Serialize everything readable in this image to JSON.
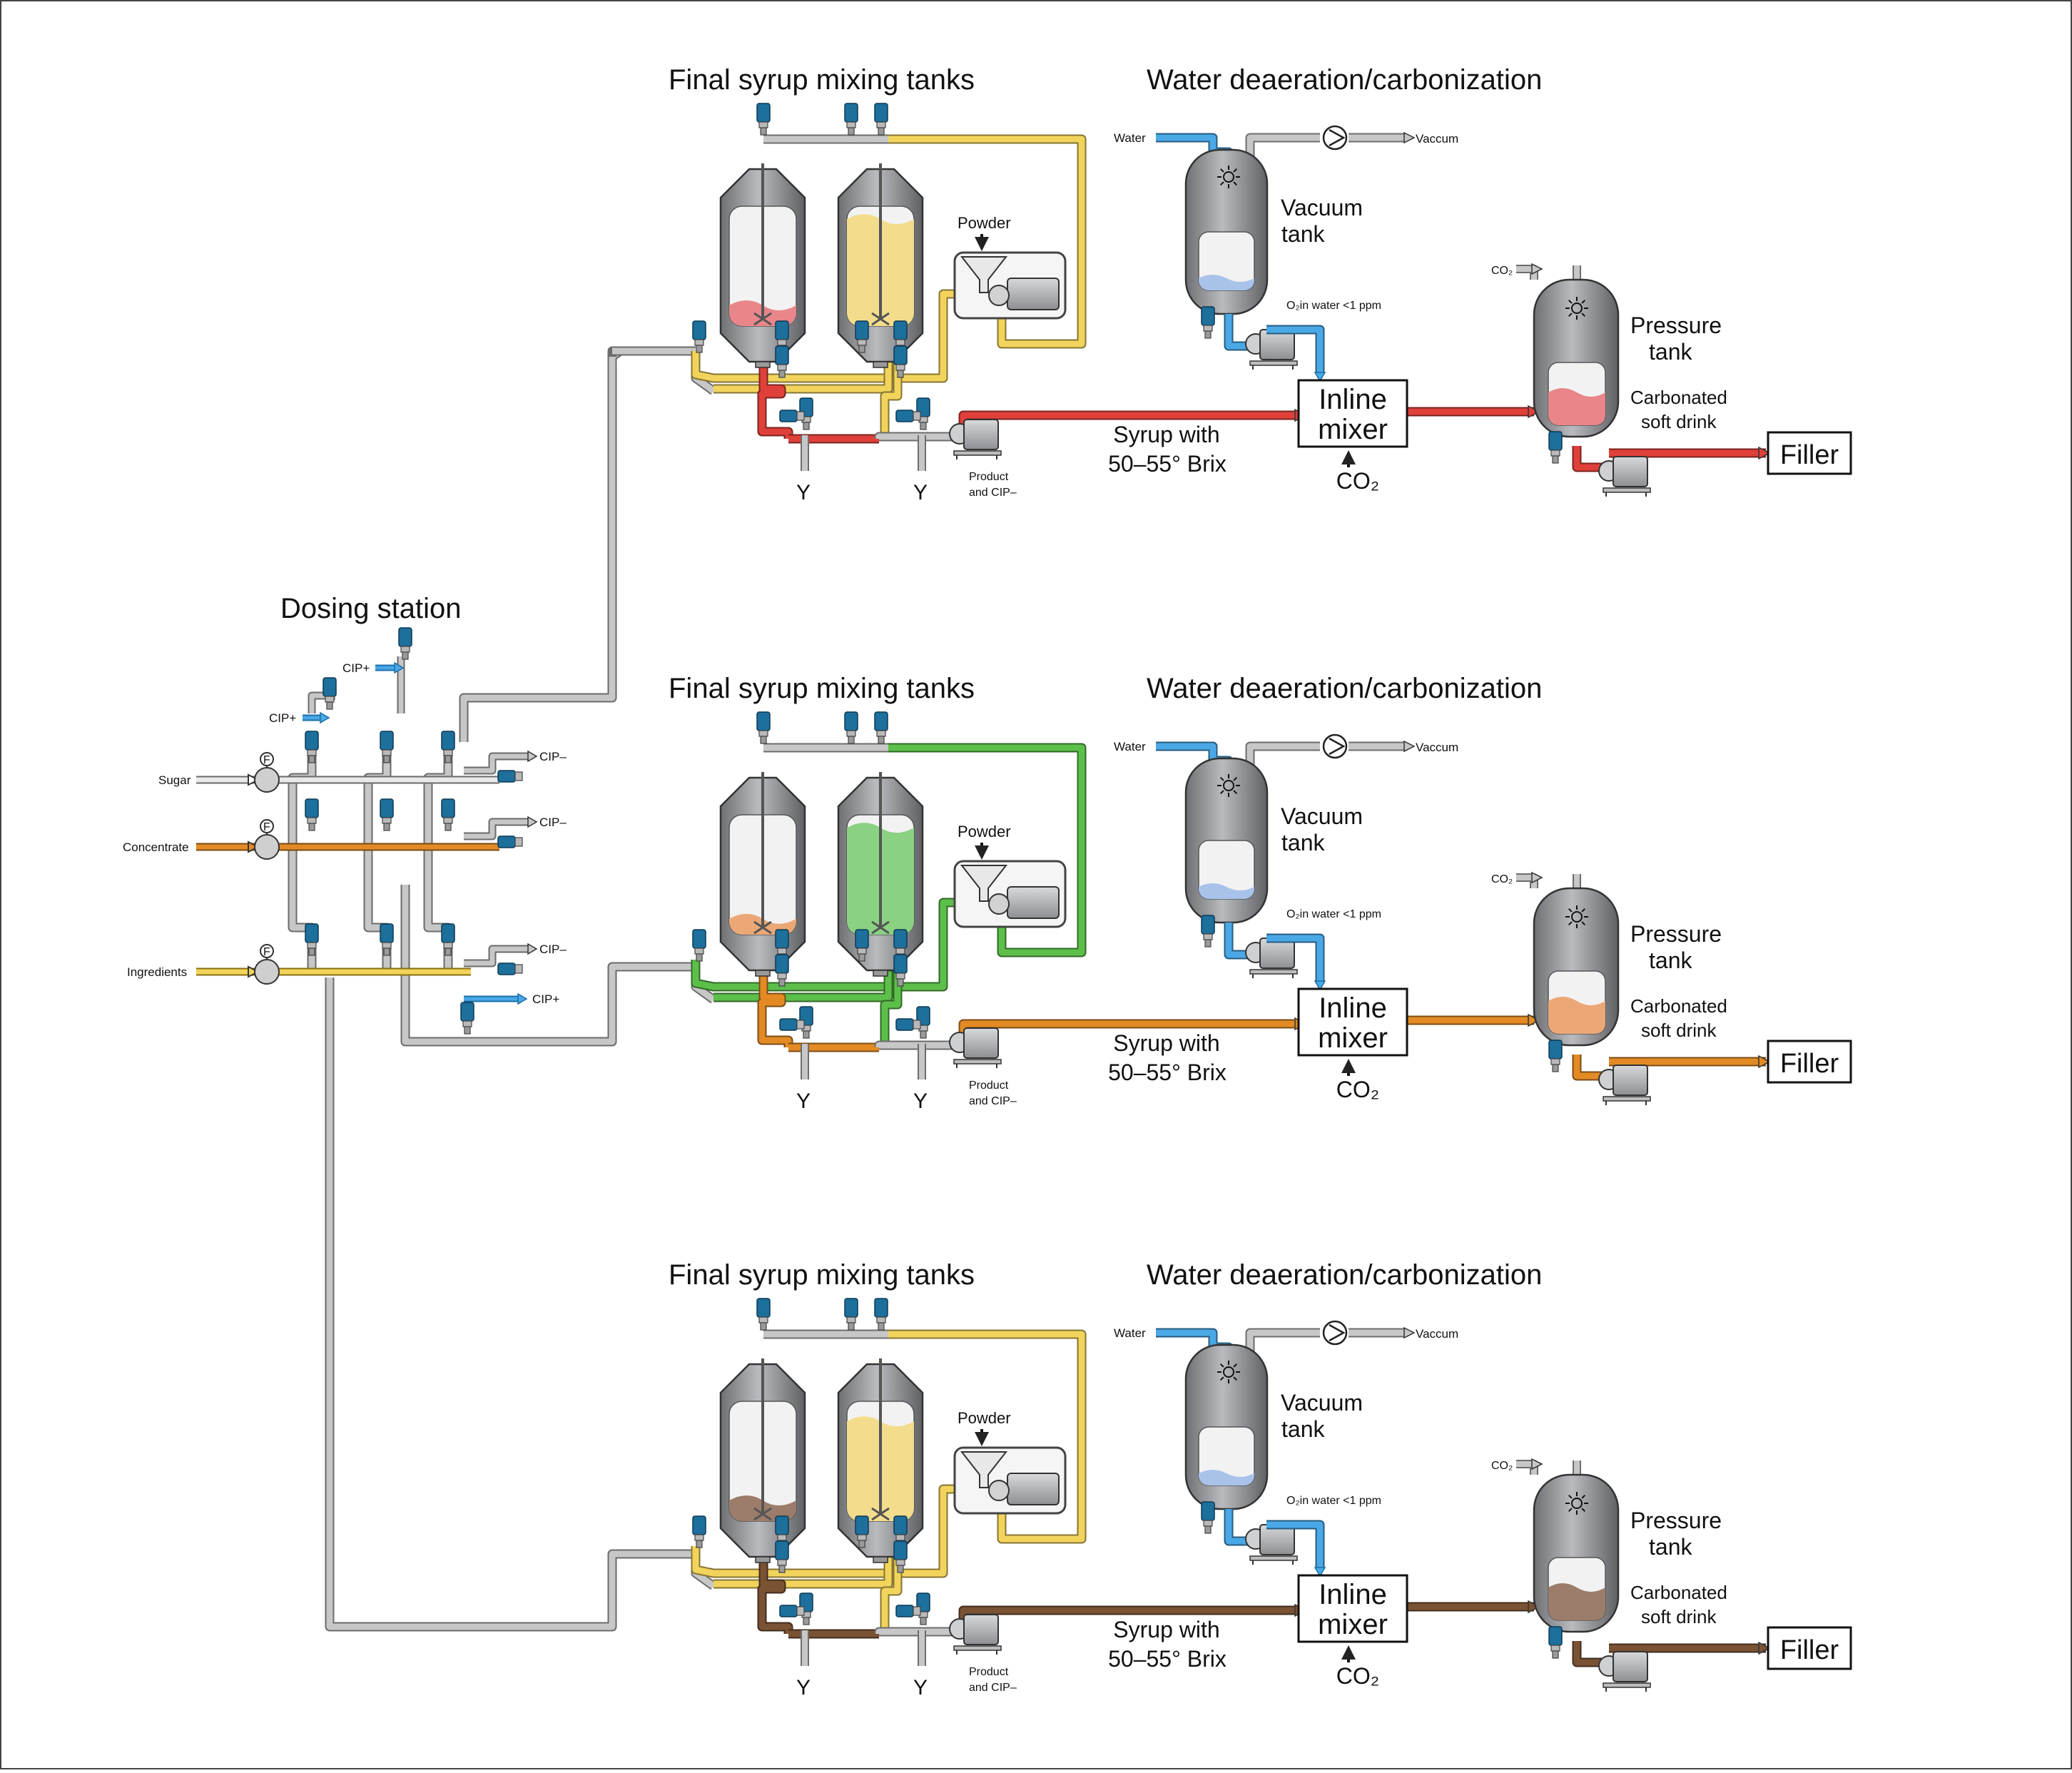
{
  "colors": {
    "pipe_grey": "#a8a8a8",
    "pipe_yellow": "#f2d45c",
    "pipe_red": "#e0403a",
    "pipe_orange": "#e38a25",
    "pipe_brown": "#7a5234",
    "pipe_green": "#5cbf4a",
    "pipe_blue": "#4aa8e6",
    "liquid_red": "#e8868a",
    "liquid_yellow": "#f3dd8c",
    "liquid_orange": "#eba876",
    "liquid_green": "#8ad282",
    "liquid_brown": "#9c7c6a",
    "actuator_blue": "#1d6f9c",
    "tank_grey": "#8d8f93"
  },
  "dosing": {
    "title": "Dosing station",
    "sugar": "Sugar",
    "concentrate": "Concentrate",
    "ingredients": "Ingredients",
    "cip_plus_1": "CIP+",
    "cip_plus_2": "CIP+",
    "cip_plus_3": "CIP+",
    "cip_minus_1": "CIP–",
    "cip_minus_2": "CIP–",
    "cip_minus_3": "CIP–",
    "flowmeter_label": "F"
  },
  "lines": [
    {
      "mixing_title": "Final syrup mixing tanks",
      "deaeration_title": "Water deaeration/carbonization",
      "powder": "Powder",
      "product_cip_1": "Product",
      "product_cip_2": "and CIP–",
      "syrup_1": "Syrup with",
      "syrup_2": "50–55° Brix",
      "water": "Water",
      "vaccum": "Vaccum",
      "vacuum_tank_1": "Vacuum",
      "vacuum_tank_2": "tank",
      "o2_note": "O₂in water <1 ppm",
      "inline_1": "Inline",
      "inline_2": "mixer",
      "co2": "CO₂",
      "co2_small": "CO₂",
      "pressure_1": "Pressure",
      "pressure_2": "tank",
      "carbonated_1": "Carbonated",
      "carbonated_2": "soft drink",
      "filler": "Filler",
      "drain_1": "Y",
      "drain_2": "Y",
      "tank1_liquid": "liquid_red",
      "tank2_liquid": "liquid_yellow",
      "syrup_pipe": "pipe_red",
      "circuit_pipe": "pipe_yellow"
    },
    {
      "mixing_title": "Final syrup mixing tanks",
      "deaeration_title": "Water deaeration/carbonization",
      "powder": "Powder",
      "product_cip_1": "Product",
      "product_cip_2": "and CIP–",
      "syrup_1": "Syrup with",
      "syrup_2": "50–55° Brix",
      "water": "Water",
      "vaccum": "Vaccum",
      "vacuum_tank_1": "Vacuum",
      "vacuum_tank_2": "tank",
      "o2_note": "O₂in water <1 ppm",
      "inline_1": "Inline",
      "inline_2": "mixer",
      "co2": "CO₂",
      "co2_small": "CO₂",
      "pressure_1": "Pressure",
      "pressure_2": "tank",
      "carbonated_1": "Carbonated",
      "carbonated_2": "soft drink",
      "filler": "Filler",
      "drain_1": "Y",
      "drain_2": "Y",
      "tank1_liquid": "liquid_orange",
      "tank2_liquid": "liquid_green",
      "syrup_pipe": "pipe_orange",
      "circuit_pipe": "pipe_green"
    },
    {
      "mixing_title": "Final syrup mixing tanks",
      "deaeration_title": "Water deaeration/carbonization",
      "powder": "Powder",
      "product_cip_1": "Product",
      "product_cip_2": "and CIP–",
      "syrup_1": "Syrup with",
      "syrup_2": "50–55° Brix",
      "water": "Water",
      "vaccum": "Vaccum",
      "vacuum_tank_1": "Vacuum",
      "vacuum_tank_2": "tank",
      "o2_note": "O₂in water <1 ppm",
      "inline_1": "Inline",
      "inline_2": "mixer",
      "co2": "CO₂",
      "co2_small": "CO₂",
      "pressure_1": "Pressure",
      "pressure_2": "tank",
      "carbonated_1": "Carbonated",
      "carbonated_2": "soft drink",
      "filler": "Filler",
      "drain_1": "Y",
      "drain_2": "Y",
      "tank1_liquid": "liquid_brown",
      "tank2_liquid": "liquid_yellow",
      "syrup_pipe": "pipe_brown",
      "circuit_pipe": "pipe_yellow"
    }
  ]
}
